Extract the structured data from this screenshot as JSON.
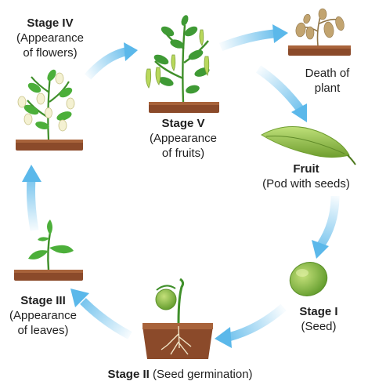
{
  "stages": {
    "stage_iv": {
      "title": "Stage IV",
      "caption_1": "(Appearance",
      "caption_2": "of flowers)"
    },
    "stage_v": {
      "title": "Stage V",
      "caption_1": "(Appearance",
      "caption_2": "of fruits)"
    },
    "death": {
      "caption_1": "Death of",
      "caption_2": "plant"
    },
    "fruit": {
      "title": "Fruit",
      "caption_1": "(Pod with seeds)"
    },
    "stage_i": {
      "title": "Stage I",
      "caption_1": "(Seed)"
    },
    "stage_ii": {
      "title": "Stage II",
      "caption_1": " (Seed germination)"
    },
    "stage_iii": {
      "title": "Stage III",
      "caption_1": "(Appearance",
      "caption_2": "of leaves)"
    }
  },
  "colors": {
    "arrow": "#5bb8ea",
    "soil": "#8b4a2a",
    "stem": "#3f8f2a",
    "leaf": "#4caf3a",
    "pod": "#8fbe45",
    "seed": "#7db13a",
    "dead": "#b89a6a"
  },
  "icons": [
    "cycle-arrow-icon",
    "soil-icon",
    "plant-icon",
    "flower-icon",
    "pod-icon",
    "seed-icon",
    "root-icon"
  ]
}
